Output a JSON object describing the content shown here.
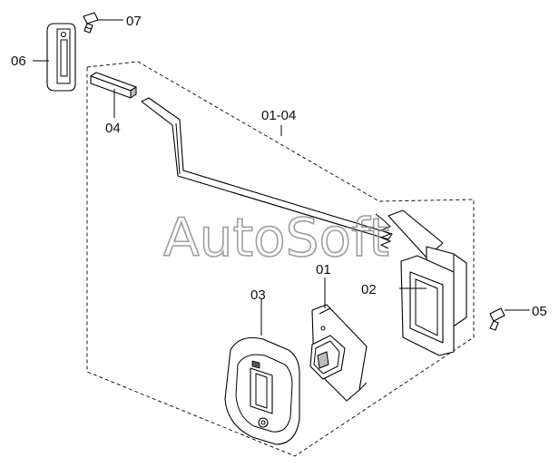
{
  "watermark": "AutoSoft",
  "labels": {
    "p01": "01",
    "p02": "02",
    "p03": "03",
    "p04": "04",
    "p05": "05",
    "p06": "06",
    "p07": "07",
    "assembly": "01-04"
  }
}
